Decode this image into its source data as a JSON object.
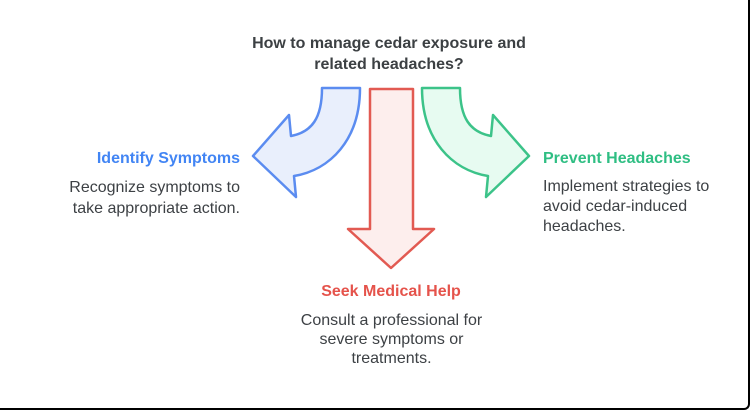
{
  "title": "How to manage cedar exposure and related headaches?",
  "sections": {
    "identify": {
      "title": "Identify Symptoms",
      "description": "Recognize symptoms to take appropriate action.",
      "title_color": "#4285f4"
    },
    "seek": {
      "title": "Seek Medical Help",
      "description": "Consult a professional for severe symptoms or treatments.",
      "title_color": "#e5534b"
    },
    "prevent": {
      "title": "Prevent Headaches",
      "description": "Implement strategies to avoid cedar-induced headaches.",
      "title_color": "#2fbe83"
    }
  },
  "arrows": {
    "identify": {
      "icon": "curved-arrow-left-icon",
      "fill": "#e9effc",
      "stroke": "#5b8cf0"
    },
    "seek": {
      "icon": "straight-arrow-down-icon",
      "fill": "#fdeeed",
      "stroke": "#e25a52"
    },
    "prevent": {
      "icon": "curved-arrow-right-icon",
      "fill": "#e7fbf1",
      "stroke": "#3cc389"
    }
  },
  "colors": {
    "title_text": "#3c4043",
    "body_text": "#3d4145",
    "background": "#ffffff",
    "border": "#000000"
  }
}
